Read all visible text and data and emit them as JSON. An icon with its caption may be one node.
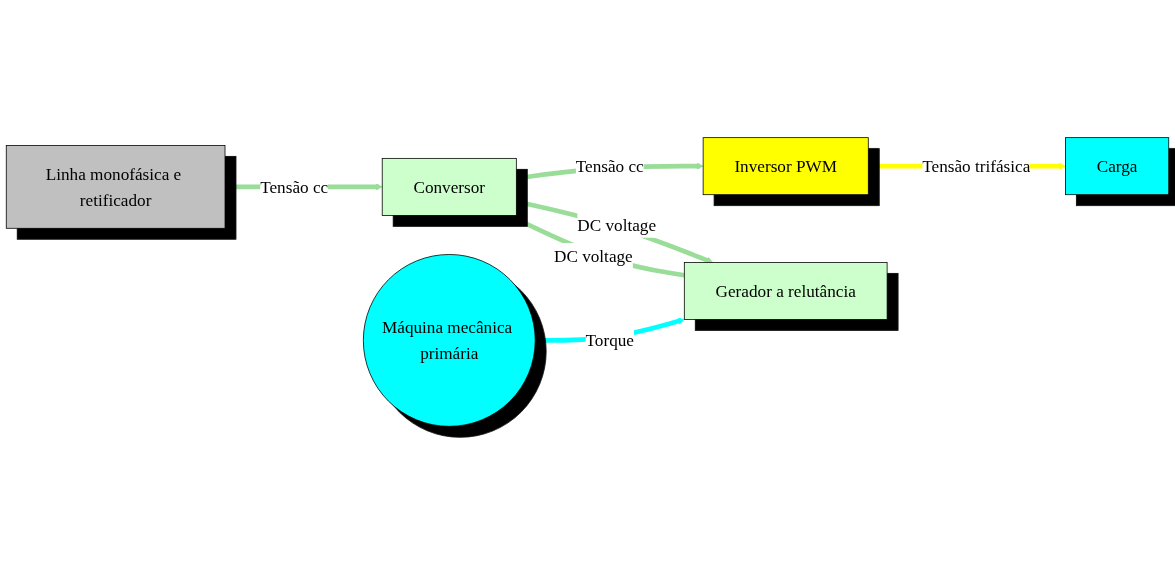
{
  "diagram": {
    "nodes": [
      {
        "text": [
          "Linha monofásica e retificador"
        ]
      },
      {
        "text": [
          "Conversor"
        ]
      },
      {
        "text": [
          "Inversor PWM"
        ]
      },
      {
        "text": [
          "Máquina mecânica primária"
        ]
      },
      {
        "text": [
          "Gerador a relutância"
        ]
      },
      {
        "text": [
          "Carga"
        ]
      }
    ],
    "edges": [
      {
        "from": 0,
        "to": 1,
        "arrow": "to",
        "label": "Tensão cc"
      },
      {
        "from": 1,
        "to": 2,
        "arrow": "to",
        "label": "Tensão cc"
      },
      {
        "from": 1,
        "to": 4,
        "arrow": "to",
        "label": "DC voltage"
      },
      {
        "from": 4,
        "to": 1,
        "arrow": "to",
        "label": "DC voltage"
      },
      {
        "from": 3,
        "to": 4,
        "arrow": "to",
        "label": "Torque",
        "color": "#00ffff"
      },
      {
        "from": 2,
        "to": 5,
        "arrow": "to",
        "label": "Tensão trifásica",
        "color": "#ffff00"
      }
    ]
  }
}
